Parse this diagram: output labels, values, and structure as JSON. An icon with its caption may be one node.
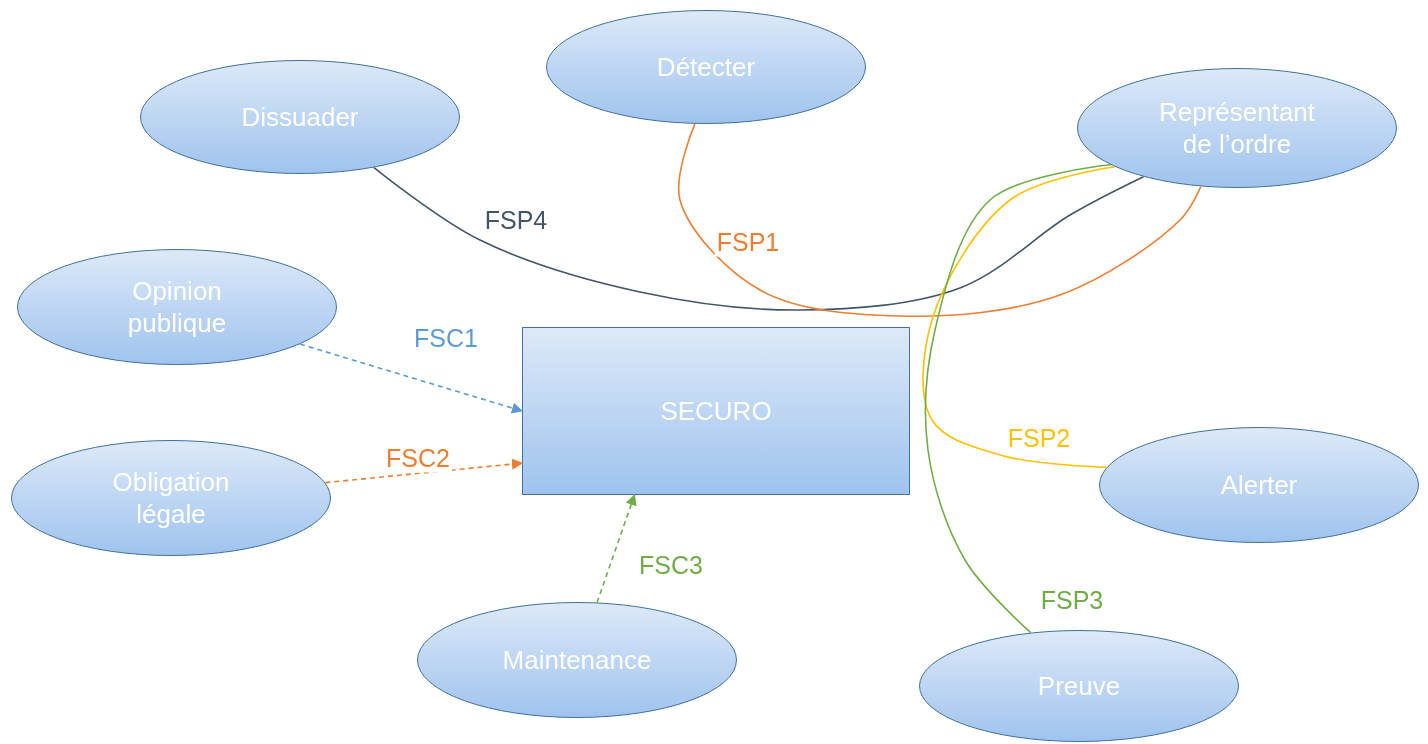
{
  "diagram": {
    "nodes": [
      {
        "text": [
          "Détecter"
        ]
      },
      {
        "text": [
          "Dissuader"
        ]
      },
      {
        "text": [
          "Représentant de l’ordre"
        ]
      },
      {
        "text": [
          "Opinion publique"
        ]
      },
      {
        "text": [
          "SECURO"
        ]
      },
      {
        "text": [
          "Obligation légale"
        ]
      },
      {
        "text": [
          "Alerter"
        ]
      },
      {
        "text": [
          "Maintenance"
        ]
      },
      {
        "text": [
          "Preuve"
        ]
      }
    ],
    "edges": [
      {
        "from": 1,
        "to": 2,
        "arrow": "none",
        "label": "FSP4",
        "color": "#44546a"
      },
      {
        "from": 0,
        "to": 2,
        "arrow": "none",
        "label": "FSP1",
        "color": "#ed7d31"
      },
      {
        "from": 6,
        "to": 2,
        "arrow": "none",
        "label": "FSP2",
        "color": "#ffc000"
      },
      {
        "from": 8,
        "to": 2,
        "arrow": "none",
        "label": "FSP3",
        "color": "#70ad47"
      },
      {
        "from": 3,
        "to": 4,
        "arrow": "to",
        "label": "FSC1",
        "style": "dashed",
        "color": "#5b9bd5"
      },
      {
        "from": 5,
        "to": 4,
        "arrow": "to",
        "label": "FSC2",
        "style": "dashed",
        "color": "#ed7d31"
      },
      {
        "from": 7,
        "to": 4,
        "arrow": "to",
        "label": "FSC3",
        "style": "dashed",
        "color": "#70ad47"
      }
    ]
  }
}
